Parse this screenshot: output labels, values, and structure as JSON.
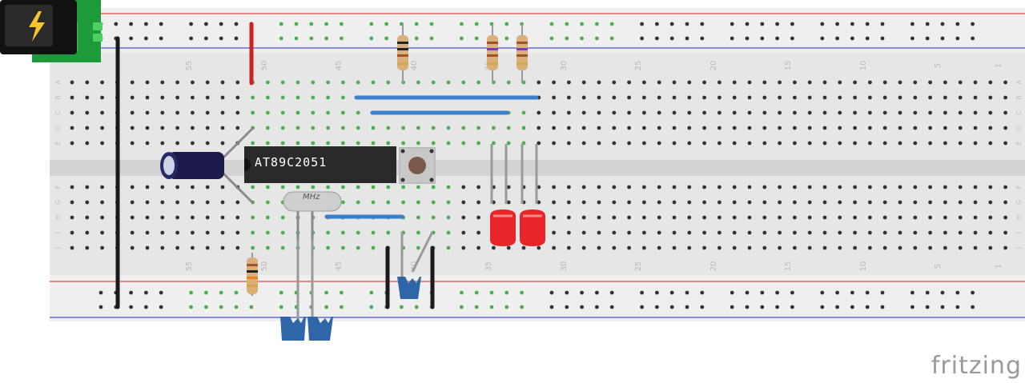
{
  "chip": {
    "label": "AT89C2051"
  },
  "crystal": {
    "label": "MHz"
  },
  "brand": {
    "name": "fritzing"
  },
  "column_numbers": [
    "55",
    "50",
    "45",
    "40",
    "35",
    "30",
    "25",
    "20",
    "15",
    "10",
    "5",
    "1"
  ],
  "row_letters_top": [
    "A",
    "B",
    "C",
    "D",
    "E"
  ],
  "row_letters_bottom": [
    "F",
    "G",
    "H",
    "I",
    "J"
  ],
  "colors": {
    "board": "#e5e5e5",
    "rail_red": "#d84a4a",
    "rail_blue": "#4656c8",
    "hole": "#333333",
    "hole_active": "#4caf50",
    "wire_blue": "#3b7fcf",
    "wire_red": "#cc2222",
    "wire_black": "#1a1a1a",
    "led_red": "#e8262a",
    "cap_blue": "#2f66a8",
    "chip": "#2a2a2a",
    "power_jack": "#1d9a3a"
  }
}
